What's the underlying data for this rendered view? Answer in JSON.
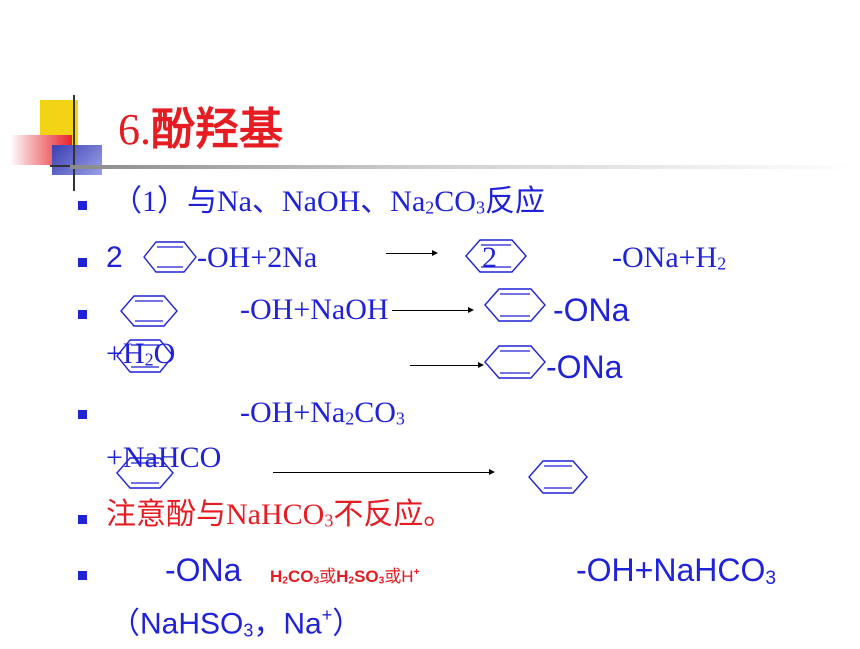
{
  "title": {
    "number": "6.",
    "text": "酚羟基"
  },
  "lines": {
    "l1": {
      "text": "（1）与Na、NaOH、Na",
      "sub1": "2",
      "text2": "CO",
      "sub2": "3",
      "text3": "反应"
    },
    "l2": {
      "coef": "2",
      "left": "-OH+2Na",
      "coef2": "2",
      "right": "-ONa+H",
      "right_sub": "2"
    },
    "l3": {
      "left": "-OH+NaOH",
      "right": "-ONa",
      "cont": "+H",
      "cont_sub": "2",
      "cont2": "O",
      "right2": "-ONa"
    },
    "l4": {
      "left": "-OH+Na",
      "sub1": "2",
      "left2": "CO",
      "sub2": "3",
      "cont": "+NaHCO"
    },
    "l5": {
      "text": "注意酚与NaHCO",
      "sub": "3",
      "text2": "不反应。"
    },
    "l6": {
      "left": "-ONa",
      "cond_a": "H",
      "cond_a_sub": "2",
      "cond_b": "CO",
      "cond_b_sub": "3",
      "cond_c": "或",
      "cond_d": "H",
      "cond_d_sub": "2",
      "cond_e": "SO",
      "cond_e_sub": "3",
      "cond_f": "或H",
      "cond_f_sup": "+",
      "right": "-OH+NaHCO",
      "right_sub": "3",
      "cont_a": "（NaHSO",
      "cont_a_sub": "3",
      "cont_b": "，Na",
      "cont_b_sup": "+",
      "cont_c": "）"
    }
  },
  "colors": {
    "blue": "#1f22d6",
    "red": "#e51d22",
    "yellow": "#f2d316",
    "accent_red": "#e8232a"
  }
}
